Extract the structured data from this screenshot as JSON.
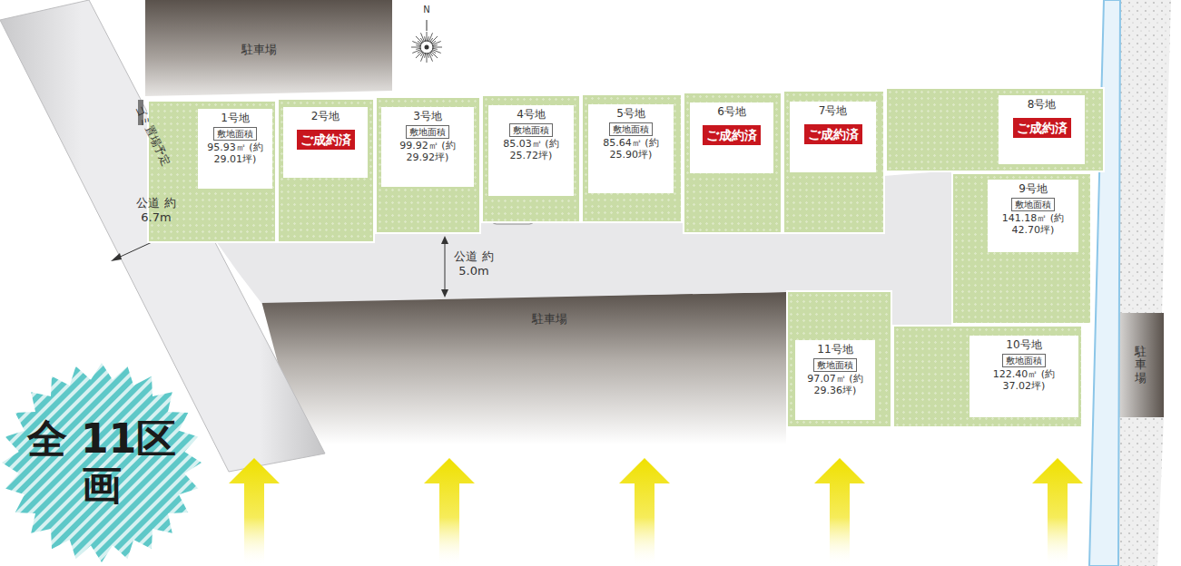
{
  "diagram": {
    "nodes": [
      {
        "text": [
          "1号地",
          "敷地面積",
          "95.93㎡ (約29.01坪)"
        ]
      },
      {
        "text": [
          "2号地",
          "ご成約済"
        ]
      },
      {
        "text": [
          "3号地",
          "敷地面積",
          "99.92㎡ (約29.92坪)"
        ]
      },
      {
        "text": [
          "4号地",
          "敷地面積",
          "85.03㎡ (約25.72坪)"
        ]
      },
      {
        "text": [
          "5号地",
          "敷地面積",
          "85.64㎡ (約25.90坪)"
        ]
      },
      {
        "text": [
          "6号地",
          "ご成約済"
        ]
      },
      {
        "text": [
          "7号地",
          "ご成約済"
        ]
      },
      {
        "text": [
          "8号地",
          "ご成約済"
        ]
      },
      {
        "text": [
          "9号地",
          "敷地面積",
          "141.18㎡ (約42.70坪)"
        ]
      },
      {
        "text": [
          "10号地",
          "敷地面積",
          "122.40㎡ (約37.02坪)"
        ]
      },
      {
        "text": [
          "11号地",
          "敷地面積",
          "97.07㎡ (約29.36坪)"
        ]
      },
      {
        "text": [
          "全 11区画"
        ]
      }
    ],
    "labels": [
      "駐車場",
      "駐車場",
      "駐車場",
      "公道 約6.7m",
      "公道 約5.0m",
      "ゴミ置場予定",
      "N"
    ]
  }
}
